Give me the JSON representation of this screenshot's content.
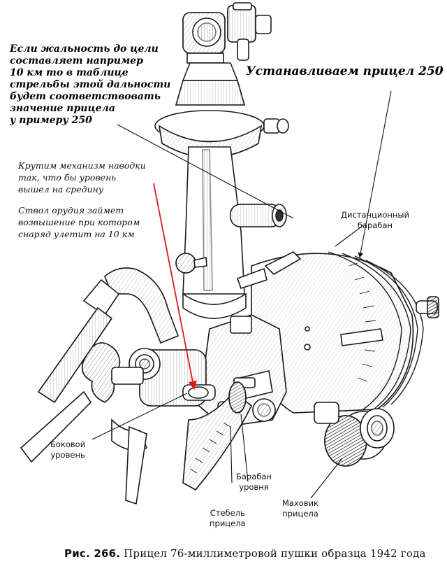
{
  "notes": {
    "range_note": [
      "Если жальность до цели",
      " составляет например",
      "10 км то в таблице",
      "стрельбы этой дальности",
      "будет соответствовать",
      "значение прицела",
      "у примеру 250"
    ],
    "set_sight": "Устанавливаем прицел 250",
    "leveling_note": [
      "Крутим механизм наводки",
      "так, что бы уровень",
      "вышел на средину"
    ],
    "barrel_note": [
      "Ствол орудия займет",
      "возвышение при котором",
      "снаряд улетит на 10 км"
    ]
  },
  "callouts": {
    "distance_drum": [
      "Дистанционный",
      "барабан"
    ],
    "side_level": [
      "Боковой",
      "уровень"
    ],
    "level_drum": [
      "Барабан",
      "уровня"
    ],
    "sight_stem": [
      "Стебель",
      "прицела"
    ],
    "sight_handwheel": [
      "Маховик",
      "прицела"
    ]
  },
  "caption": {
    "prefix": "Рис. 266.",
    "text": "Прицел 76-миллиметровой пушки образца 1942 года"
  },
  "colors": {
    "annotation_arrow": "#e01818",
    "ink": "#1a1a1a"
  }
}
